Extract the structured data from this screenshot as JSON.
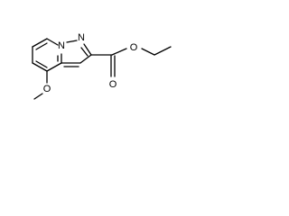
{
  "molecule": {
    "atoms": {
      "N1": "N",
      "N2": "N",
      "O_carbonyl": "O",
      "O_ester": "O",
      "O_methoxy": "O"
    },
    "colors": {
      "bond": "#000000",
      "label": "#000000",
      "background": "#ffffff"
    }
  }
}
